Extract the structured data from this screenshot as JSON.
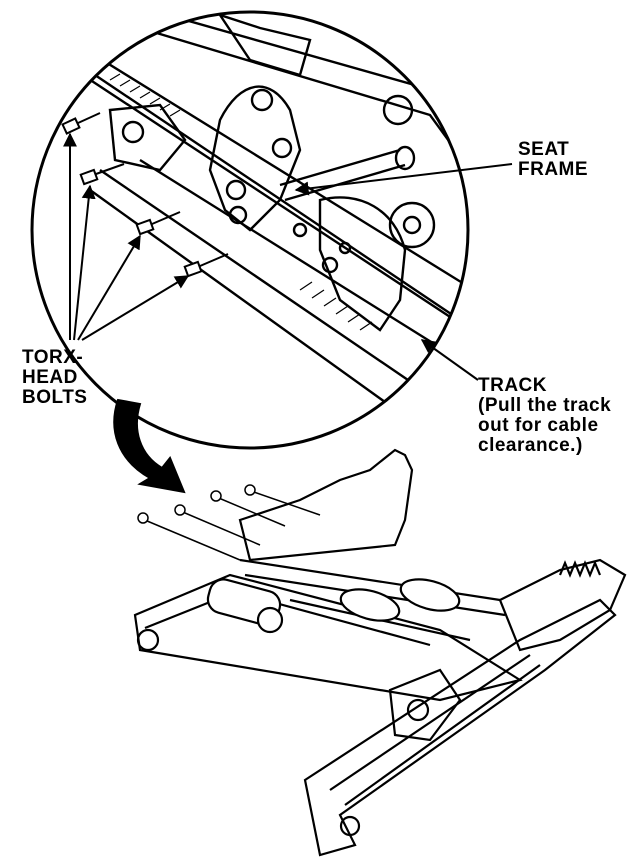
{
  "labels": {
    "seat_frame": [
      "SEAT",
      "FRAME"
    ],
    "torx": [
      "TORX-",
      "HEAD",
      "BOLTS"
    ],
    "track": [
      "TRACK",
      "(Pull the track",
      "out for cable",
      "clearance.)"
    ]
  },
  "colors": {
    "ink": "#000000",
    "paper": "#ffffff"
  }
}
